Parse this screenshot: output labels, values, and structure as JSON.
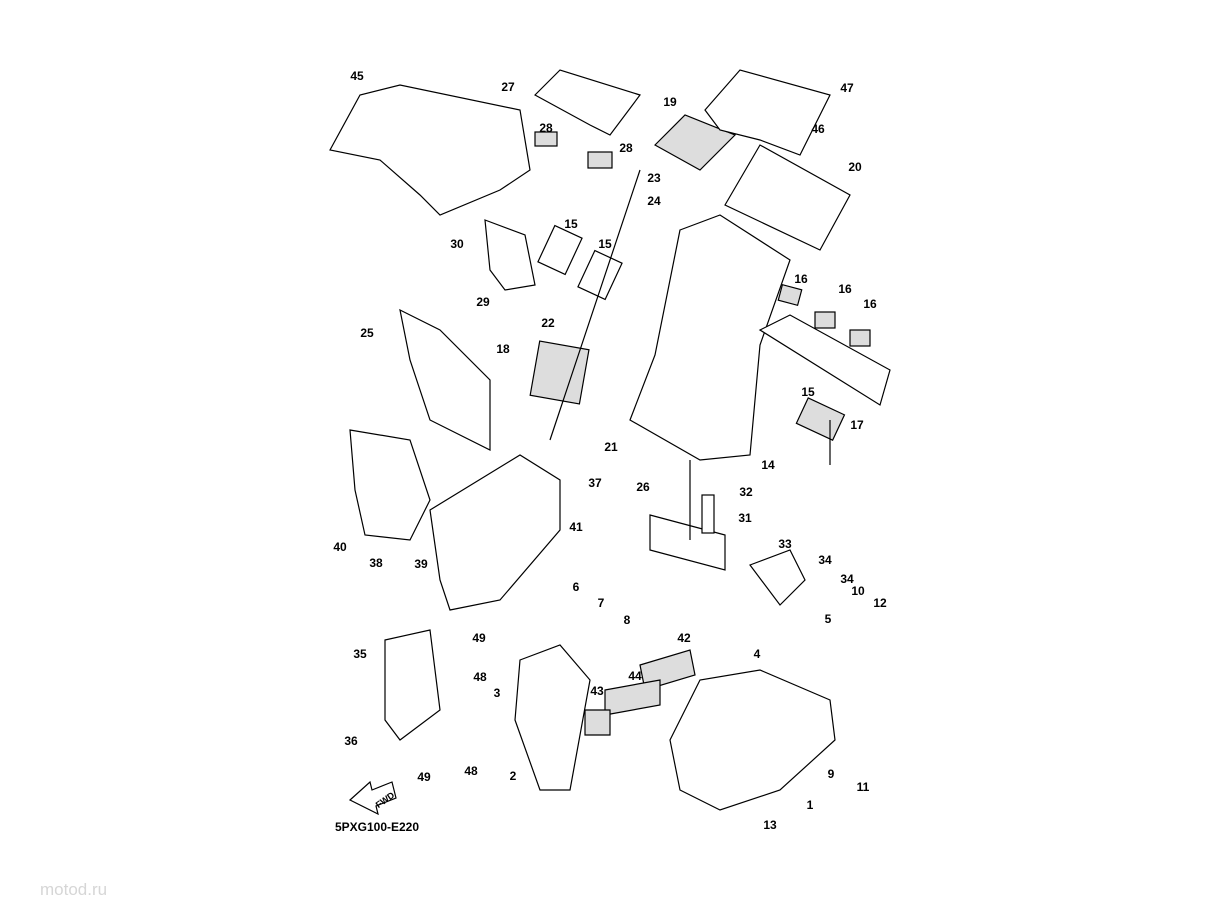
{
  "diagram": {
    "code": "5PXG100-E220",
    "fwd_arrow": "FWD",
    "watermark": "motod.ru",
    "callouts": [
      "45",
      "27",
      "47",
      "19",
      "46",
      "28",
      "28",
      "20",
      "23",
      "24",
      "15",
      "15",
      "30",
      "16",
      "16",
      "16",
      "29",
      "25",
      "22",
      "18",
      "15",
      "17",
      "21",
      "14",
      "37",
      "26",
      "32",
      "31",
      "41",
      "40",
      "33",
      "38",
      "39",
      "34",
      "34",
      "6",
      "10",
      "12",
      "7",
      "8",
      "5",
      "49",
      "42",
      "35",
      "4",
      "44",
      "48",
      "43",
      "3",
      "36",
      "9",
      "49",
      "48",
      "2",
      "11",
      "1",
      "13"
    ]
  }
}
